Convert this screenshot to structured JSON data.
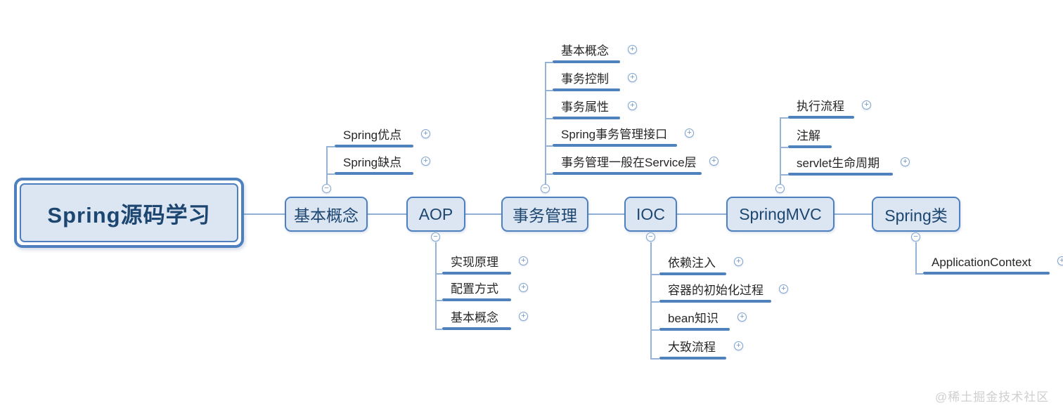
{
  "root": {
    "label": "Spring源码学习"
  },
  "branches": [
    {
      "label": "基本概念",
      "children": [
        {
          "label": "Spring优点",
          "expandable": true
        },
        {
          "label": "Spring缺点",
          "expandable": true
        }
      ]
    },
    {
      "label": "AOP",
      "children": [
        {
          "label": "实现原理",
          "expandable": true
        },
        {
          "label": "配置方式",
          "expandable": true
        },
        {
          "label": "基本概念",
          "expandable": true
        }
      ]
    },
    {
      "label": "事务管理",
      "children": [
        {
          "label": "基本概念",
          "expandable": true
        },
        {
          "label": "事务控制",
          "expandable": true
        },
        {
          "label": "事务属性",
          "expandable": true
        },
        {
          "label": "Spring事务管理接口",
          "expandable": true
        },
        {
          "label": "事务管理一般在Service层",
          "expandable": true
        }
      ]
    },
    {
      "label": "IOC",
      "children": [
        {
          "label": "依赖注入",
          "expandable": true
        },
        {
          "label": "容器的初始化过程",
          "expandable": true
        },
        {
          "label": "bean知识",
          "expandable": true
        },
        {
          "label": "大致流程",
          "expandable": true
        }
      ]
    },
    {
      "label": "SpringMVC",
      "children": [
        {
          "label": "执行流程",
          "expandable": true
        },
        {
          "label": "注解",
          "expandable": false
        },
        {
          "label": "servlet生命周期",
          "expandable": true
        }
      ]
    },
    {
      "label": "Spring类",
      "children": [
        {
          "label": "ApplicationContext",
          "expandable": true
        }
      ]
    }
  ],
  "icons": {
    "expand": "+",
    "collapse": "−"
  },
  "colors": {
    "node_fill": "#dce6f3",
    "node_border": "#4e7fbe",
    "node_text": "#1c4670",
    "connector_line": "#95b3d7",
    "subtopic_underline": "#4f81bd",
    "subtopic_text": "#262626",
    "watermark_text": "#cfcfcf"
  },
  "watermark": "@稀土掘金技术社区"
}
